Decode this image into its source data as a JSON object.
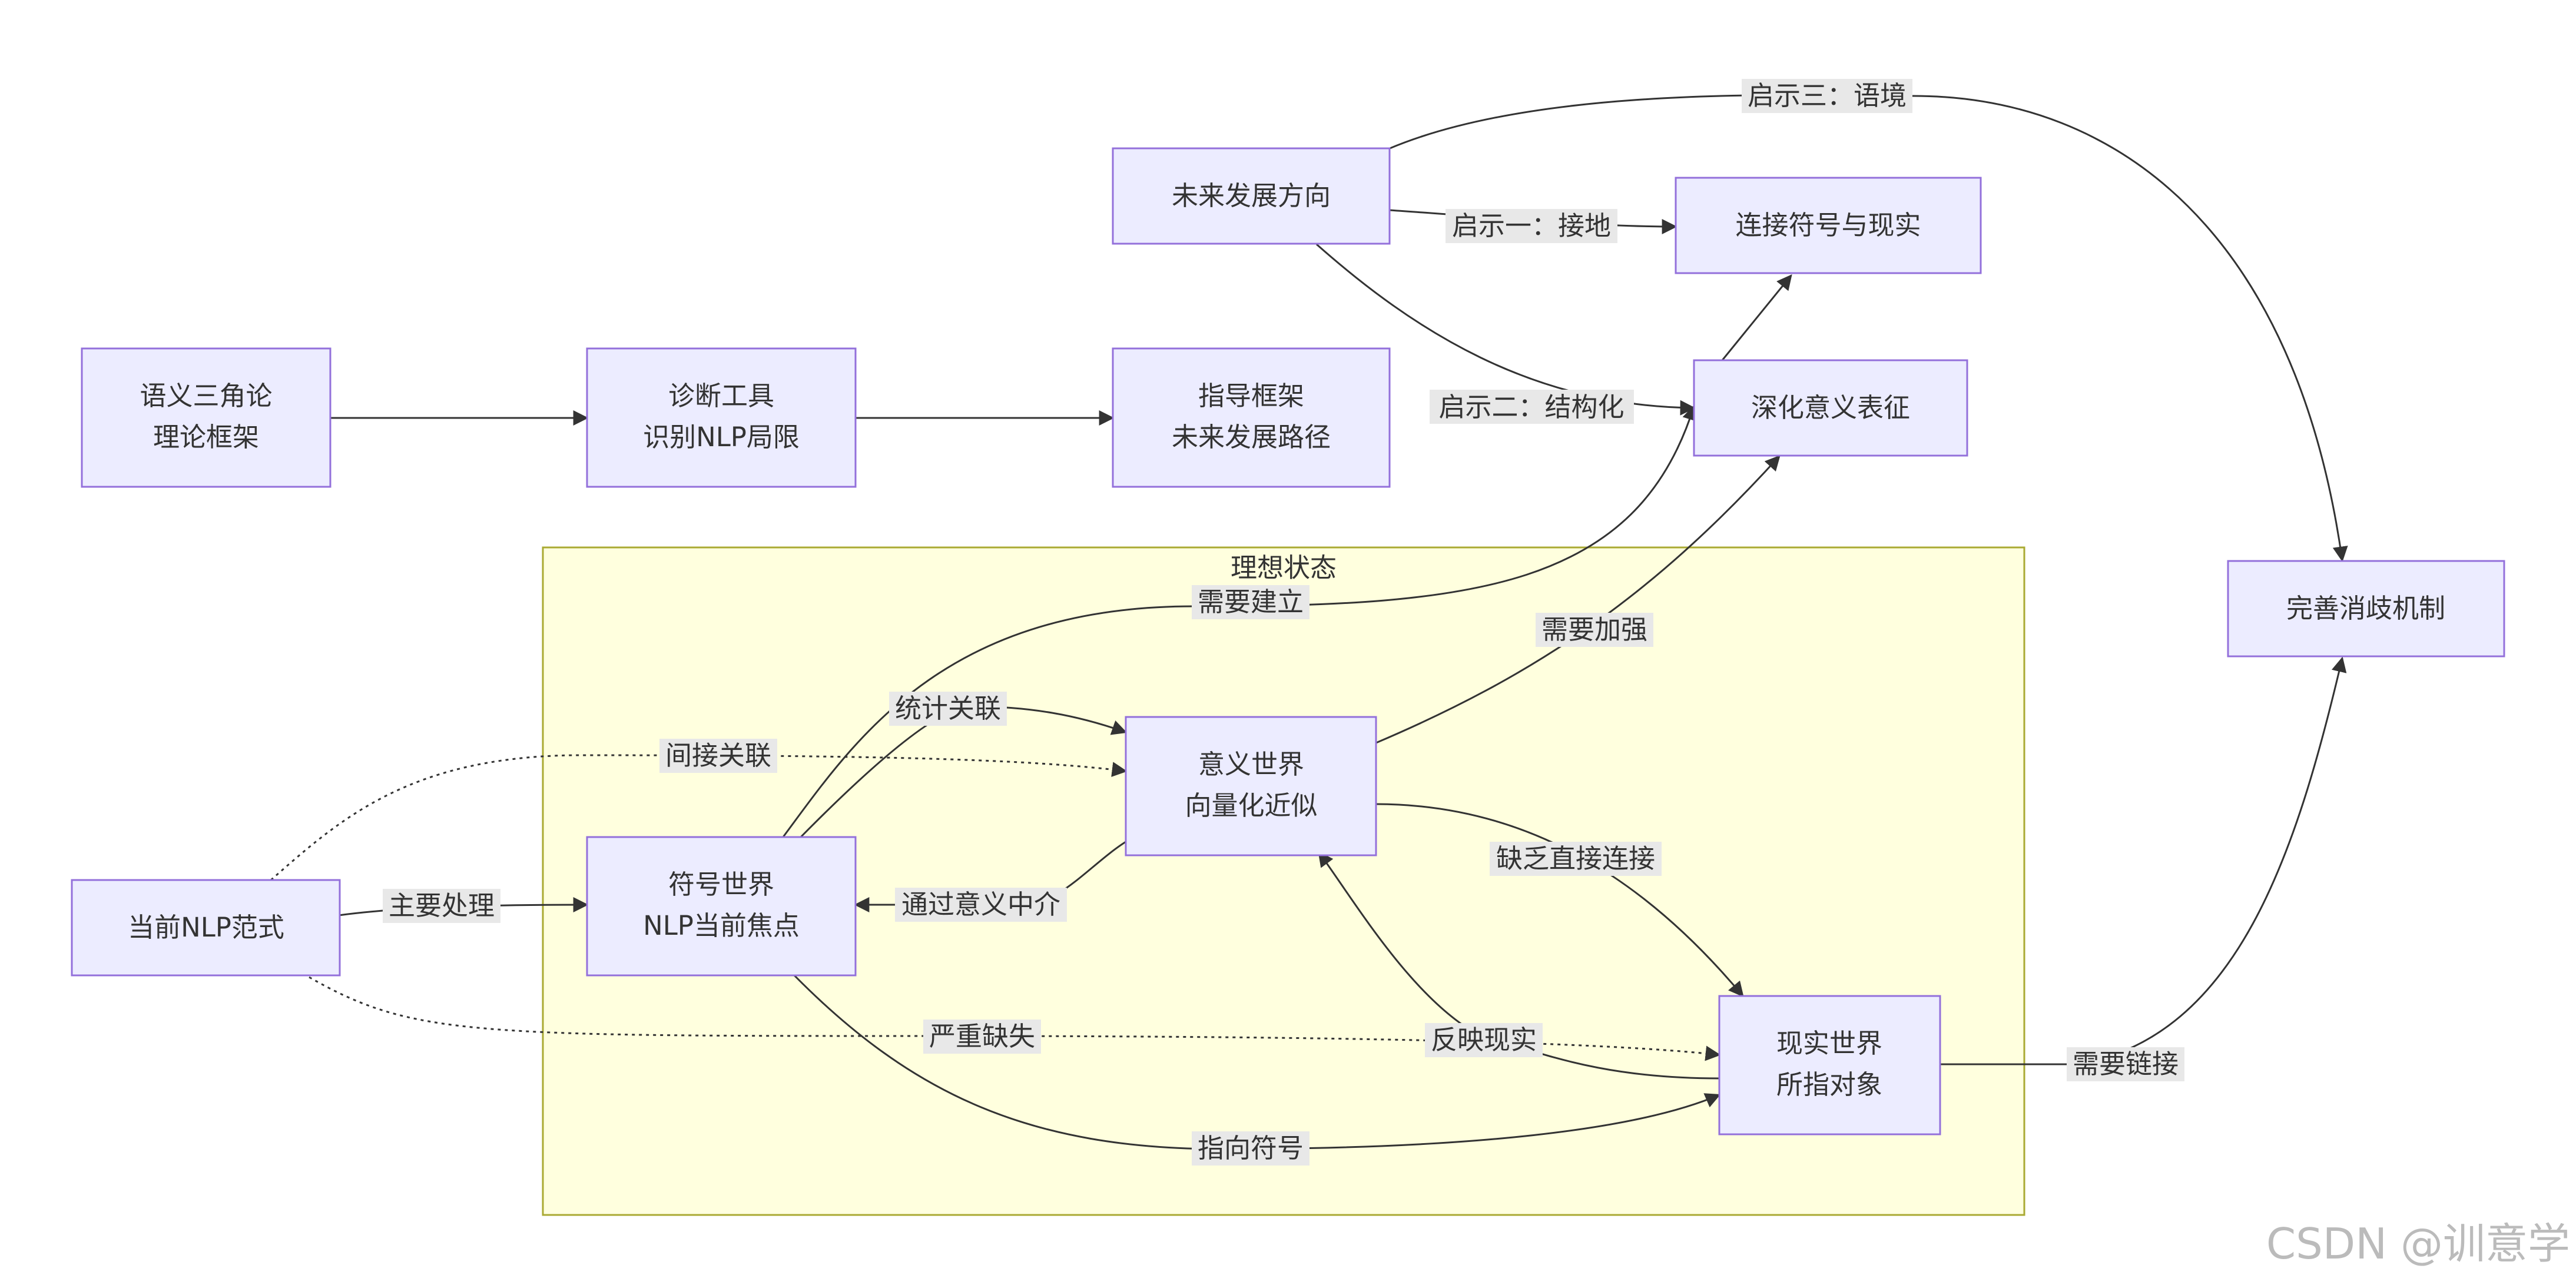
{
  "nodes": {
    "semantic_triangle": {
      "line1": "语义三角论",
      "line2": "理论框架"
    },
    "diagnostic_tool": {
      "line1": "诊断工具",
      "line2": "识别NLP局限"
    },
    "guiding_framework": {
      "line1": "指导框架",
      "line2": "未来发展路径"
    },
    "future_direction": {
      "line1": "未来发展方向"
    },
    "connect_symbol_reality": {
      "line1": "连接符号与现实"
    },
    "deepen_meaning": {
      "line1": "深化意义表征"
    },
    "improve_disambiguation": {
      "line1": "完善消歧机制"
    },
    "current_nlp": {
      "line1": "当前NLP范式"
    },
    "symbol_world": {
      "line1": "符号世界",
      "line2": "NLP当前焦点"
    },
    "meaning_world": {
      "line1": "意义世界",
      "line2": "向量化近似"
    },
    "reality_world": {
      "line1": "现实世界",
      "line2": "所指对象"
    }
  },
  "cluster": {
    "title": "理想状态"
  },
  "edge_labels": {
    "insight3": "启示三：语境",
    "insight1": "启示一：接地",
    "insight2": "启示二：结构化",
    "need_establish": "需要建立",
    "need_strengthen": "需要加强",
    "statistical": "统计关联",
    "indirect": "间接关联",
    "main_processing": "主要处理",
    "via_meaning": "通过意义中介",
    "lack_direct": "缺乏直接连接",
    "reflect_reality": "反映现实",
    "severe_missing": "严重缺失",
    "refer_symbol": "指向符号",
    "need_link": "需要链接"
  },
  "watermark": "CSDN @训意学",
  "colors": {
    "node_fill": "#ECECFF",
    "node_stroke": "#9370DB",
    "cluster_fill": "#FFFFDE",
    "cluster_stroke": "#AAAA33",
    "edge": "#333333",
    "label_bg": "#E8E8E8"
  }
}
